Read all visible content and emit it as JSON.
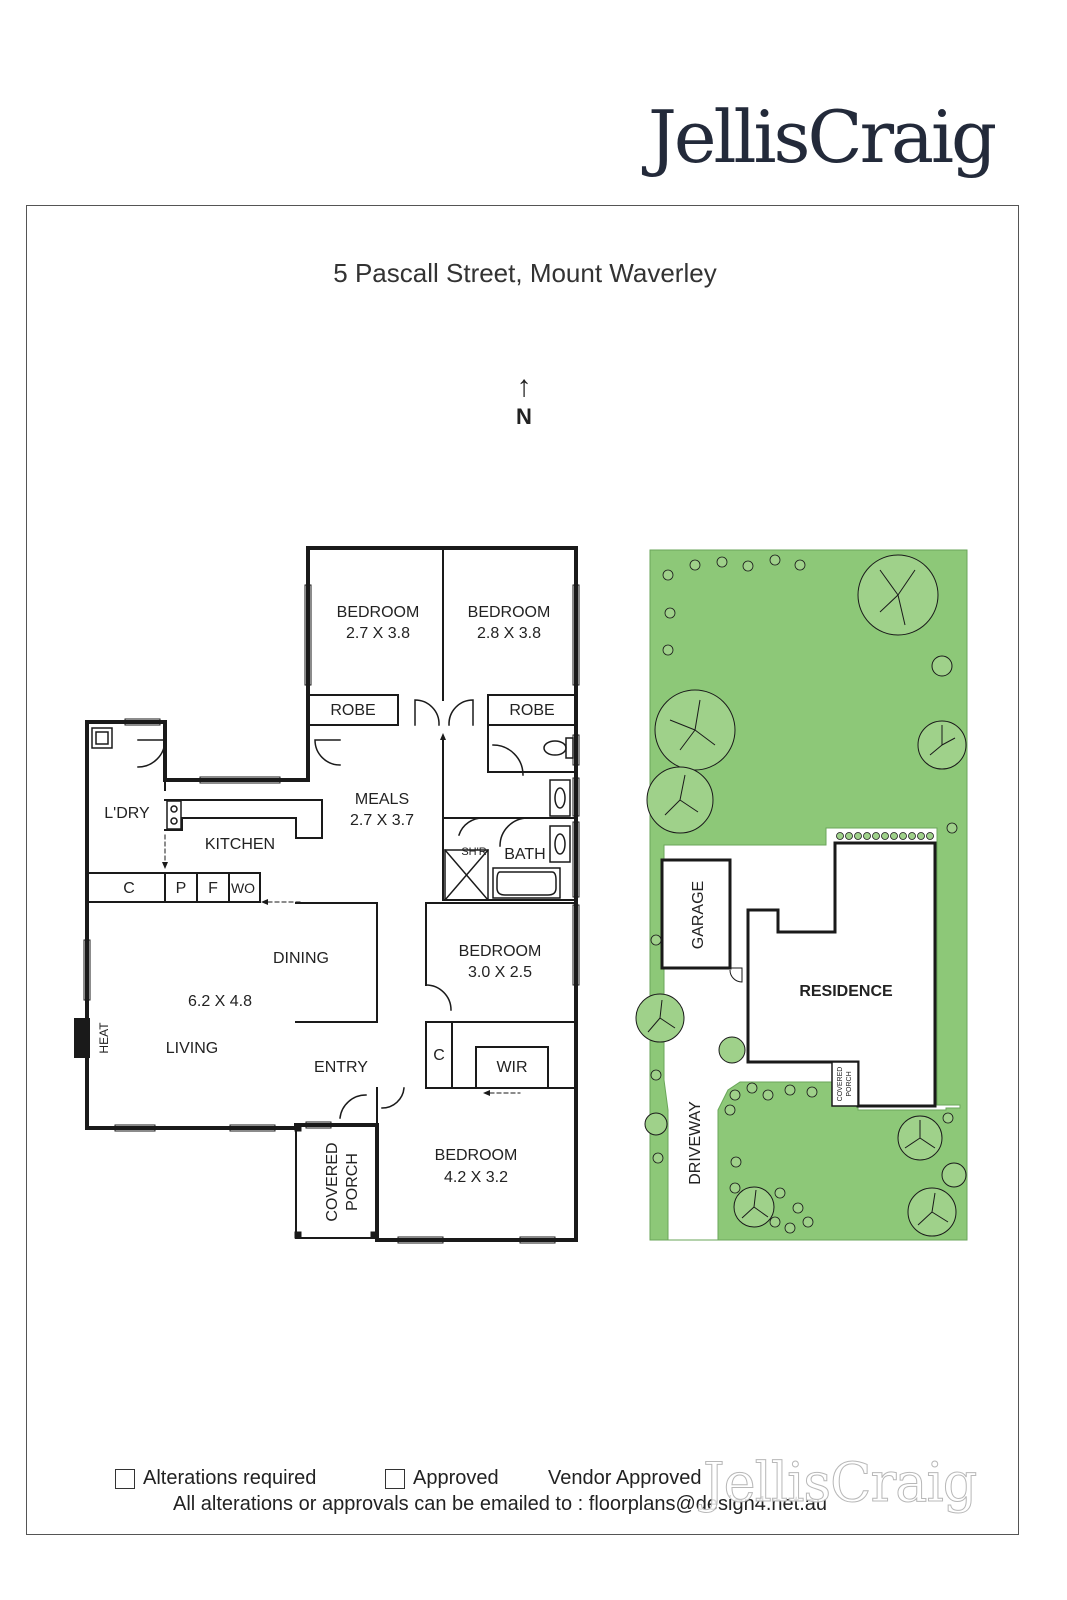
{
  "brand": {
    "logo_text": "JellisCraig",
    "watermark_text": "JellisCraig"
  },
  "address": "5 Pascall Street, Mount Waverley",
  "compass": {
    "arrow": "↑",
    "label": "N"
  },
  "floorplan": {
    "rooms": {
      "bedroom1": {
        "name": "BEDROOM",
        "size": "2.7 X 3.8"
      },
      "bedroom2": {
        "name": "BEDROOM",
        "size": "2.8 X 3.8"
      },
      "robe1": "ROBE",
      "robe2": "ROBE",
      "meals": {
        "name": "MEALS",
        "size": "2.7 X 3.7"
      },
      "laundry": "L'DRY",
      "kitchen": "KITCHEN",
      "shower": "SH'R",
      "bath": "BATH",
      "cupboards": [
        "C",
        "P",
        "F",
        "WO"
      ],
      "dining": "DINING",
      "living_size": "6.2 X 4.8",
      "living": "LIVING",
      "heat": "HEAT",
      "bedroom3": {
        "name": "BEDROOM",
        "size": "3.0 X 2.5"
      },
      "entry": "ENTRY",
      "closet": "C",
      "wir": "WIR",
      "bedroom4": {
        "name": "BEDROOM",
        "size": "4.2 X 3.2"
      },
      "covered_porch": [
        "COVERED",
        "PORCH"
      ]
    }
  },
  "siteplan": {
    "garage": "GARAGE",
    "residence": "RESIDENCE",
    "driveway": "DRIVEWAY",
    "covered_porch": [
      "COVERED",
      "PORCH"
    ],
    "colors": {
      "lawn": "#8dc878",
      "tree_fill": "#9fd18a",
      "outline": "#1a1a1a"
    }
  },
  "footer": {
    "alterations_label": "Alterations required",
    "approved_label": "Approved",
    "vendor_label": "Vendor Approved",
    "note": "All alterations or approvals can be emailed to : floorplans@design4.net.au"
  }
}
